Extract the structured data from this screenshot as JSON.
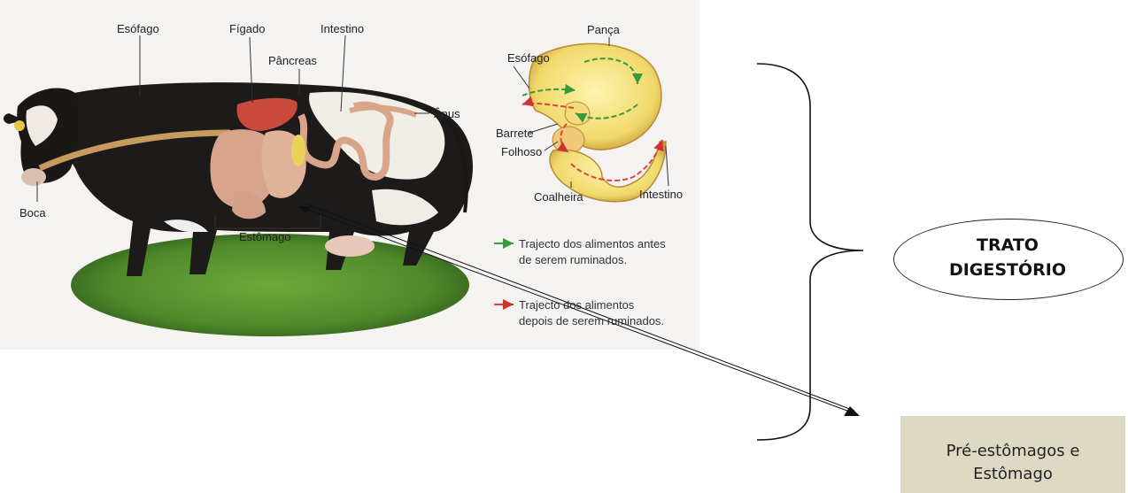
{
  "diagram": {
    "labels": {
      "esofago": "Esófago",
      "figado": "Fígado",
      "intestino": "Intestino",
      "pancreas": "Pâncreas",
      "anus": "Ânus",
      "boca": "Boca",
      "estomago": "Estômago",
      "esofago_detail": "Esófago",
      "panca": "Pança",
      "barrete": "Barrete",
      "folhoso": "Folhoso",
      "coalheira": "Coalheira",
      "intestino_detail": "Intestino"
    },
    "legend": {
      "green": {
        "line1": "Trajecto dos alimentos antes",
        "line2": "de serem ruminados.",
        "color": "#3f9f3a"
      },
      "red": {
        "line1": "Trajecto  dos  alimentos",
        "line2": "depois de serem ruminados.",
        "color": "#d9453e"
      }
    }
  },
  "annotation": {
    "callout_line1": "TRATO",
    "callout_line2": "DIGESTÓRIO",
    "box_line1": "Pré-estômagos e",
    "box_line2": "Estômago"
  }
}
